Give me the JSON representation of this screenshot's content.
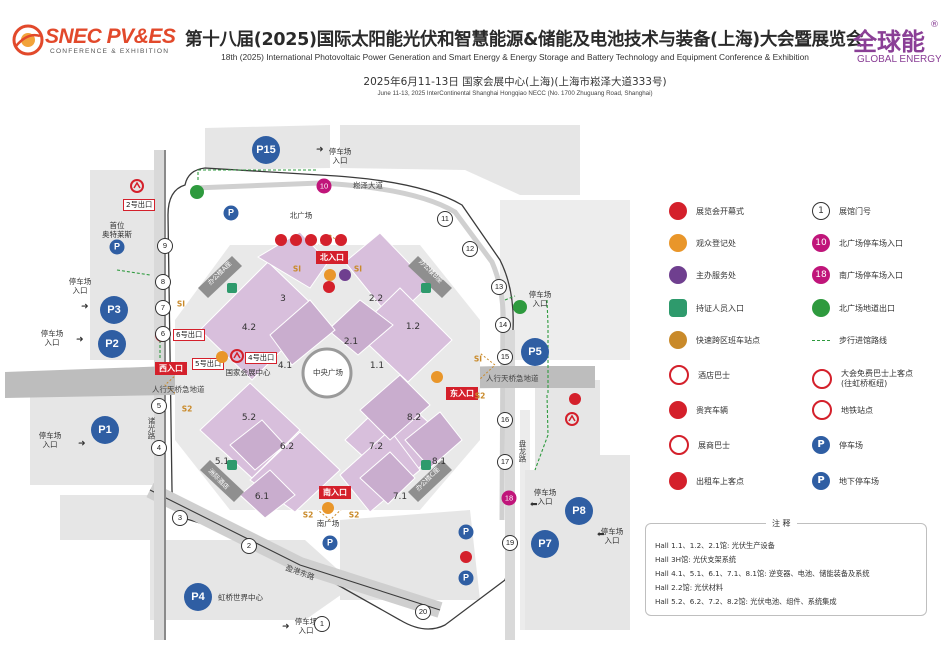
{
  "header": {
    "logo_left": "SNEC PV&ES",
    "logo_left_sub": "CONFERENCE & EXHIBITION",
    "title_cn": "第十八届(2025)国际太阳能光伏和智慧能源&储能及电池技术与装备(上海)大会暨展览会",
    "title_en": "18th (2025) International Photovoltaic Power Generation and Smart Energy & Energy Storage and Battery Technology and Equipment Conference & Exhibition",
    "date_cn": "2025年6月11-13日 国家会展中心(上海)(上海市崧泽大道333号)",
    "date_en": "June 11-13, 2025  InterContinental Shanghai Hongqiao NECC (No. 1700 Zhuguang Road, Shanghai)",
    "logo_right_cn": "全球能",
    "logo_right_reg": "®",
    "logo_right_en": "GLOBAL ENERGY"
  },
  "map": {
    "roads": {
      "songze": "崧泽大道",
      "zhuguang": "诸光路",
      "panlong": "盘龙路",
      "yingdong": "盈港东路",
      "ped_left": "人行天桥急地道",
      "ped_right": "人行天桥急地道"
    },
    "areas": {
      "north_plaza": "北广场",
      "south_plaza": "南广场",
      "central_plaza": "中央广场",
      "conv_center": "国家会展中心",
      "hotel": "首位\n奥特莱斯",
      "hongqiao": "虹桥世界中心",
      "office_nw": "办公楼A座",
      "office_ne": "办公楼B座",
      "office_sw": "洲际酒店",
      "office_se": "办公楼C座"
    },
    "halls": [
      "3",
      "2.2",
      "4.2",
      "1.2",
      "2.1",
      "4.1",
      "1.1",
      "5.2",
      "8.2",
      "6.2",
      "7.2",
      "5.1",
      "8.1",
      "6.1",
      "7.1"
    ],
    "entries": {
      "north": "北入口",
      "south": "南入口",
      "east": "东入口",
      "west": "西入口"
    },
    "metro_exits": {
      "exit2": "2号出口",
      "exit6": "6号出口",
      "exit5": "5号出口",
      "exit4": "4号出口"
    },
    "parking": {
      "P1": "P1",
      "P2": "P2",
      "P3": "P3",
      "P4": "P4",
      "P5": "P5",
      "P7": "P7",
      "P8": "P8",
      "P15": "P15",
      "entry_label": "停车场\n入口"
    },
    "gates": [
      "1",
      "2",
      "3",
      "4",
      "5",
      "6",
      "7",
      "8",
      "9",
      "10",
      "11",
      "12",
      "13",
      "14",
      "15",
      "16",
      "17",
      "18",
      "19",
      "20"
    ],
    "s_markers": [
      "SI",
      "S2"
    ]
  },
  "legend": {
    "items_left": [
      {
        "icon": "opening-ceremony-icon",
        "label": "展览会开幕式",
        "color": "#d4202b"
      },
      {
        "icon": "visitor-registration-icon",
        "label": "观众登记处",
        "color": "#e9962a"
      },
      {
        "icon": "organizer-office-icon",
        "label": "主办服务处",
        "color": "#6f3f8f"
      },
      {
        "icon": "badge-holder-entry-icon",
        "label": "持证人员入口",
        "color": "#2e9a6c"
      },
      {
        "icon": "shuttle-stop-icon",
        "label": "快速跨区班车站点",
        "color": "#c98a2a"
      },
      {
        "icon": "hotel-bus-icon",
        "label": "酒店巴士",
        "color": "#d4202b"
      },
      {
        "icon": "vip-vehicle-icon",
        "label": "贵宾车辆",
        "color": "#d4202b"
      },
      {
        "icon": "exhibitor-bus-icon",
        "label": "展商巴士",
        "color": "#d4202b"
      },
      {
        "icon": "taxi-pickup-icon",
        "label": "出租车上客点",
        "color": "#d4202b"
      }
    ],
    "items_right": [
      {
        "icon": "hall-gate-icon",
        "label": "展馆门号",
        "color": "#333333"
      },
      {
        "icon": "north-parking-entry-icon",
        "label": "北广场停车场入口",
        "color": "#c0157a"
      },
      {
        "icon": "south-parking-entry-icon",
        "label": "南广场停车场入口",
        "color": "#c0157a"
      },
      {
        "icon": "north-underground-exit-icon",
        "label": "北广场地道出口",
        "color": "#2e9a3e"
      },
      {
        "icon": "walking-route-icon",
        "label": "步行进馆路线",
        "color": "#2e9a3e"
      },
      {
        "icon": "free-shuttle-icon",
        "label": "大会免费巴士上客点\n(往虹桥枢纽)",
        "color": "#d4202b"
      },
      {
        "icon": "metro-station-icon",
        "label": "地铁站点",
        "color": "#d4202b"
      },
      {
        "icon": "parking-icon",
        "label": "停车场",
        "color": "#2f5ea3"
      },
      {
        "icon": "underground-parking-icon",
        "label": "地下停车场",
        "color": "#2f5ea3"
      }
    ]
  },
  "notes": {
    "title": "注 释",
    "lines": [
      "Hall 1.1、1.2、2.1馆: 光伏生产设备",
      "Hall 3H馆: 光伏支架系统",
      "Hall 4.1、5.1、6.1、7.1、8.1馆: 逆变器、电池、储能装备及系统",
      "Hall 2.2馆: 光伏材料",
      "Hall 5.2、6.2、7.2、8.2馆: 光伏电池、组件、系统集成"
    ]
  },
  "colors": {
    "hall": "#d8bfdc",
    "hall_dark": "#c6a3cb",
    "office": "#8f8f8f",
    "road": "#d9d9d9",
    "road_line": "#3b3b3b",
    "entry_red": "#d4202b",
    "parking_blue": "#2f5ea3",
    "walk_green": "#2e9a3e"
  }
}
